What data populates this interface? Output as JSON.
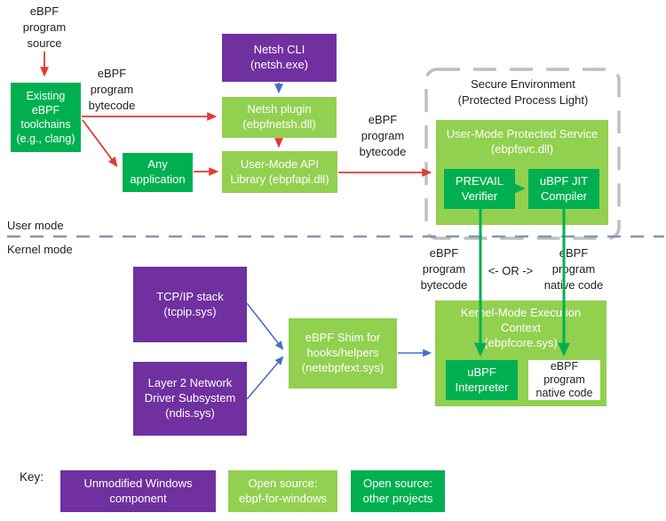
{
  "colors": {
    "purple": "#7030a0",
    "light_green": "#92d050",
    "green": "#00b050",
    "red": "#e03c31",
    "blue": "#4472c4",
    "border_gray": "#bfbfbf",
    "mode_line": "#8496b0",
    "text": "#1f1f1f"
  },
  "labels": {
    "program_source": "eBPF\nprogram\nsource",
    "bytecode_top_left": "eBPF\nprogram\nbytecode",
    "bytecode_mid": "eBPF\nprogram\nbytecode",
    "bytecode_kernel": "eBPF\nprogram\nbytecode",
    "native_code_kernel": "eBPF\nprogram\nnative code",
    "or": "<- OR ->",
    "secure_environment": "Secure Environment\n(Protected Process Light)",
    "user_mode": "User mode",
    "kernel_mode": "Kernel mode"
  },
  "boxes": {
    "existing_toolchains": {
      "label": "Existing\neBPF\ntoolchains\n(e.g., clang)"
    },
    "netsh_cli": {
      "label": "Netsh CLI\n(netsh.exe)"
    },
    "netsh_plugin": {
      "label": "Netsh plugin\n(ebpfnetsh.dll)"
    },
    "any_application": {
      "label": "Any\napplication"
    },
    "api_library": {
      "label": "User-Mode API\nLibrary (ebpfapi.dll)"
    },
    "protected_service": {
      "label": "User-Mode Protected Service\n(ebpfsvc.dll)"
    },
    "prevail_verifier": {
      "label": "PREVAIL\nVerifier"
    },
    "jit_compiler": {
      "label": "uBPF JIT\nCompiler"
    },
    "tcpip_stack": {
      "label": "TCP/IP stack\n(tcpip.sys)"
    },
    "layer2_driver": {
      "label": "Layer 2 Network\nDriver Subsystem\n(ndis.sys)"
    },
    "ebpf_shim": {
      "label": "eBPF Shim for\nhooks/helpers\n(netebpfext.sys)"
    },
    "execution_context": {
      "label": "Kernel-Mode Execution\nContext\n(ebpfcore.sys)"
    },
    "ubpf_interpreter": {
      "label": "uBPF\nInterpreter"
    },
    "native_code_box": {
      "label": "eBPF\nprogram\nnative code"
    }
  },
  "key": {
    "title": "Key:",
    "items": [
      {
        "label": "Unmodified Windows\ncomponent"
      },
      {
        "label": "Open source:\nebpf-for-windows"
      },
      {
        "label": "Open source:\nother projects"
      }
    ]
  }
}
